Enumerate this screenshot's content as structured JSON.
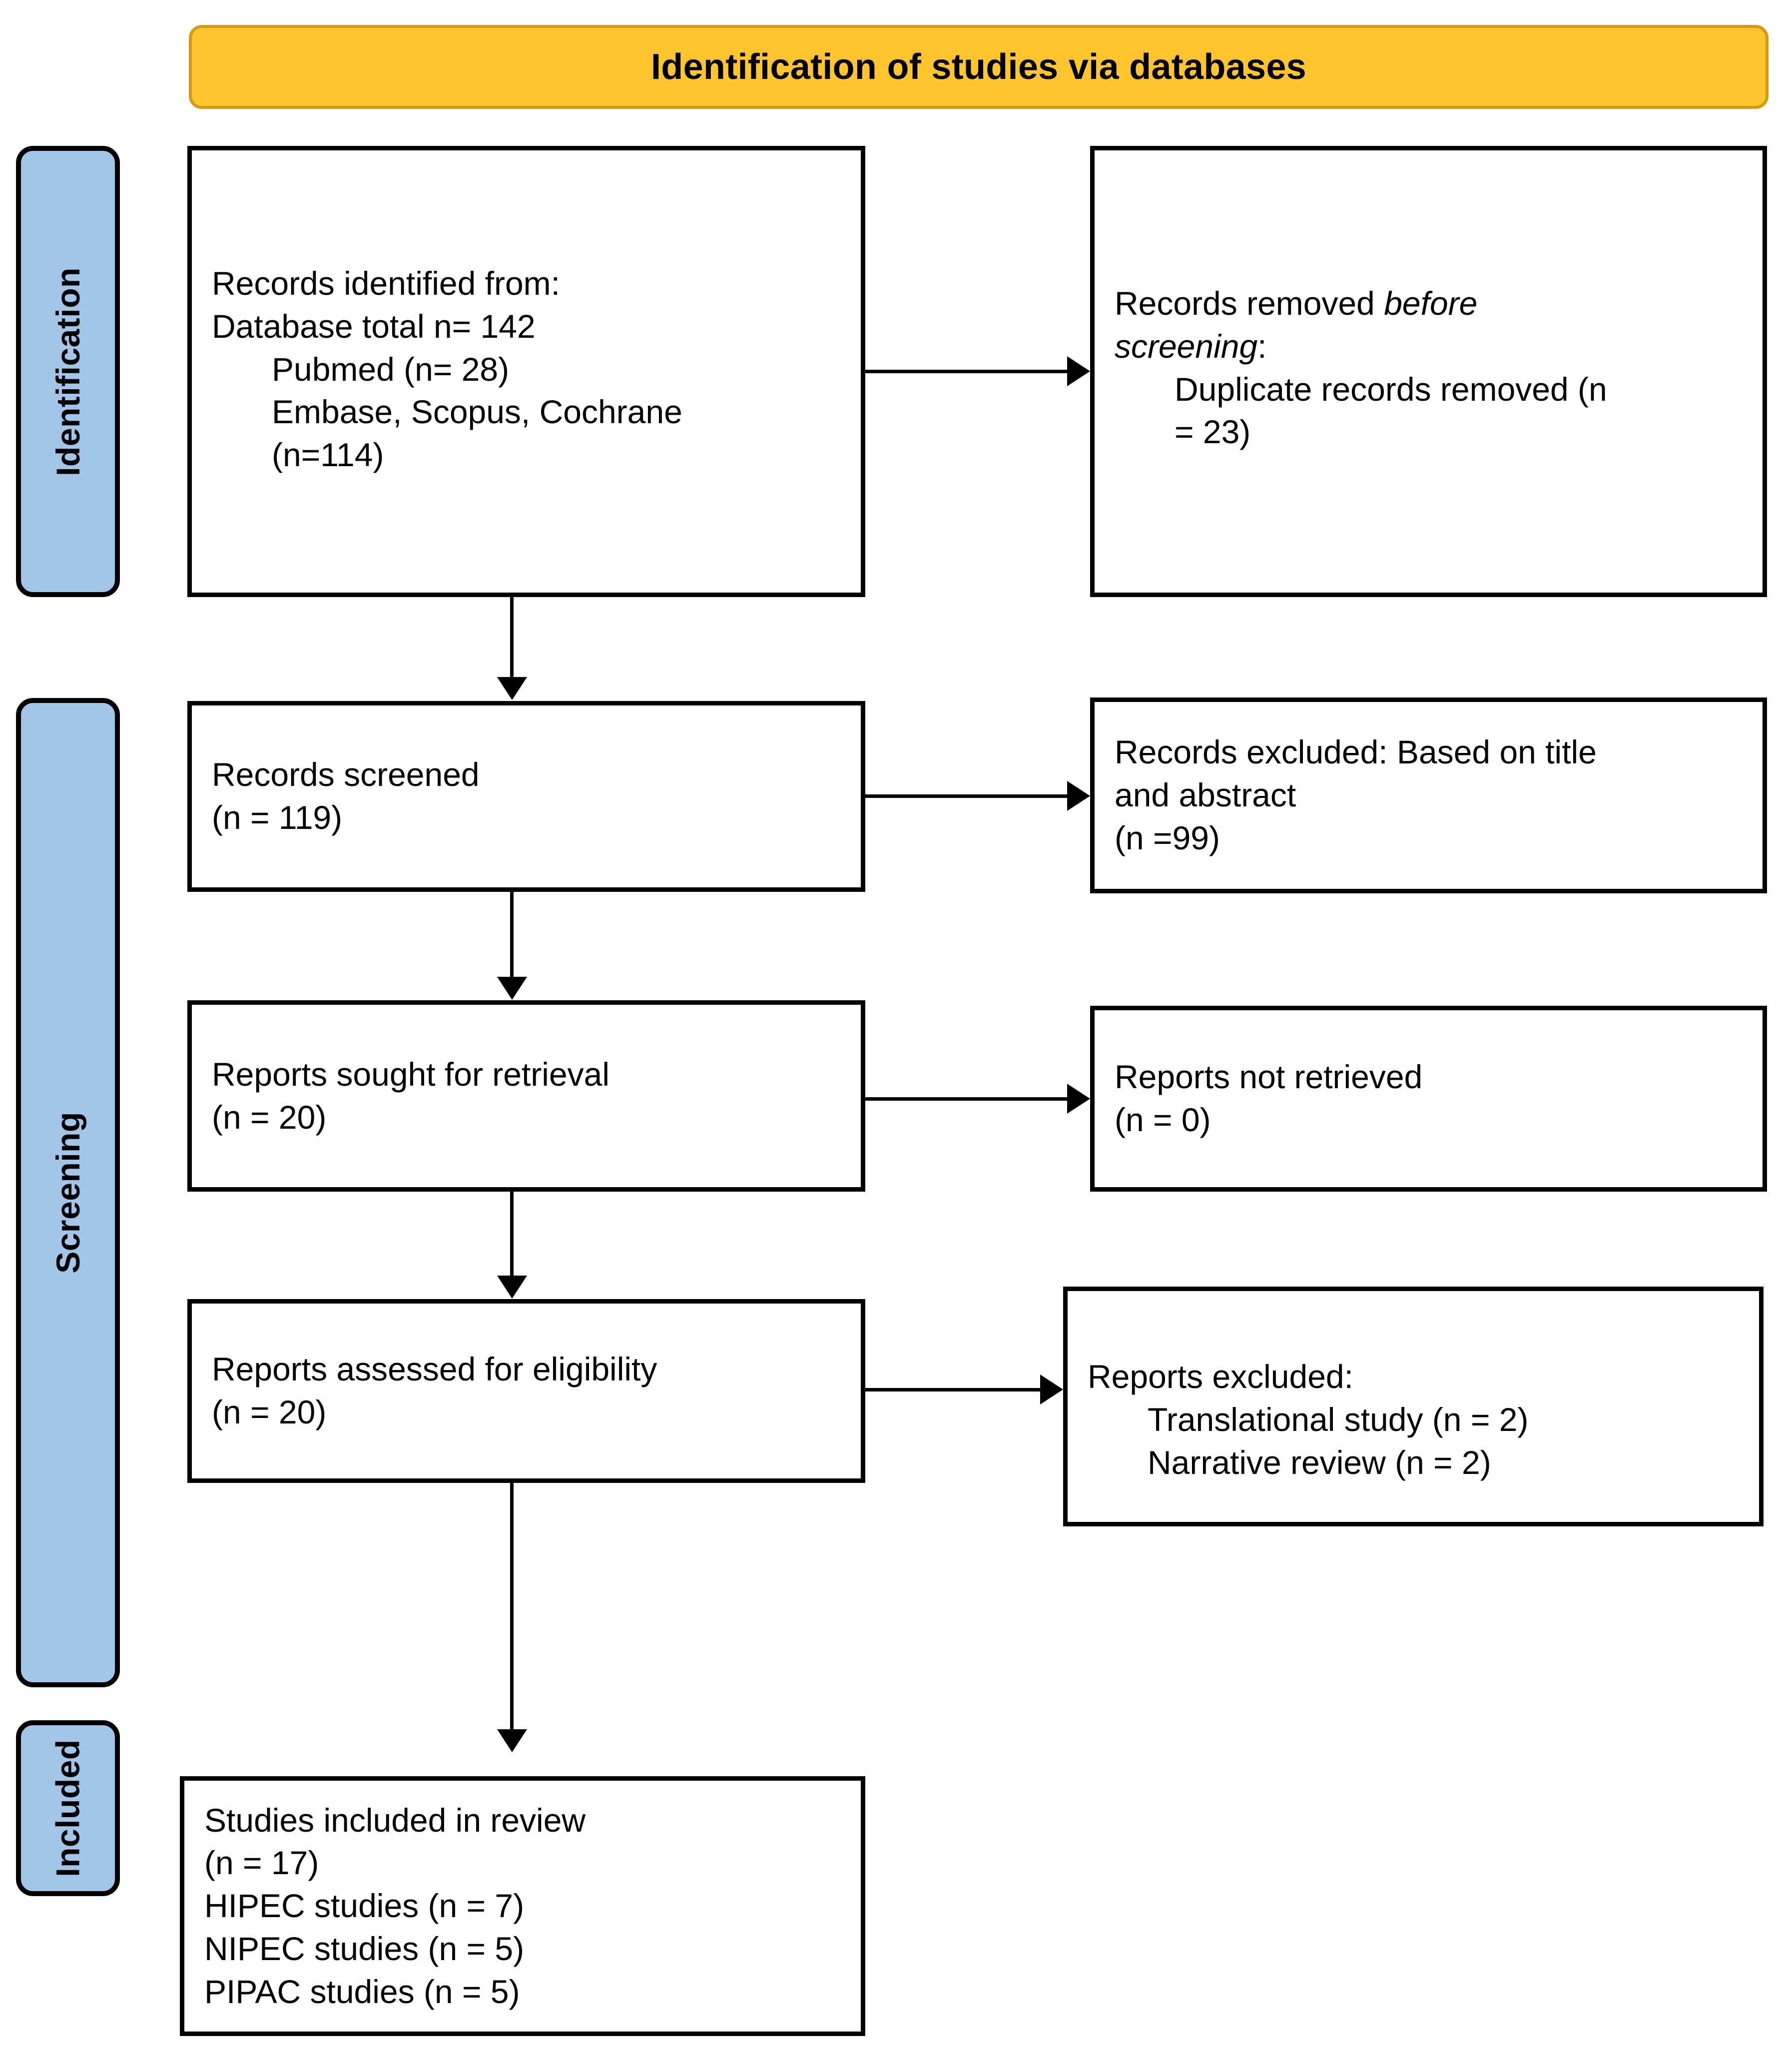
{
  "banner": {
    "title": "Identification of studies via databases"
  },
  "stages": [
    {
      "id": "identification",
      "label": "Identification"
    },
    {
      "id": "screening",
      "label": "Screening"
    },
    {
      "id": "included",
      "label": "Included"
    }
  ],
  "boxes": {
    "identified": {
      "lines": [
        "Records identified from:",
        "Database total n= 142",
        "Pubmed (n= 28)",
        "Embase, Scopus, Cochrane",
        "(n=114)"
      ]
    },
    "removed": {
      "line1_plain": "Records removed ",
      "line1_italic": "before",
      "line2_italic": "screening",
      "line2_plain": ":",
      "line3": "Duplicate records removed (n",
      "line4": "= 23)"
    },
    "screened": {
      "lines": [
        "Records screened",
        "(n = 119)"
      ]
    },
    "excluded_title_abstract": {
      "lines": [
        "Records excluded: Based on title",
        "and abstract",
        "(n =99)"
      ]
    },
    "sought": {
      "lines": [
        "Reports sought for retrieval",
        "(n = 20)"
      ]
    },
    "not_retrieved": {
      "lines": [
        "Reports not retrieved",
        "(n = 0)"
      ]
    },
    "assessed": {
      "lines": [
        "Reports assessed for eligibility",
        "(n = 20)"
      ]
    },
    "excluded_reports": {
      "lines": [
        "Reports excluded:",
        "Translational study (n = 2)",
        "Narrative review (n = 2)"
      ]
    },
    "included": {
      "lines": [
        "Studies included in review",
        "(n = 17)",
        "HIPEC studies (n = 7)",
        "NIPEC studies (n = 5)",
        "PIPAC studies (n = 5)"
      ]
    }
  },
  "colors": {
    "banner_fill": "#ffc52e",
    "banner_border": "#d39a14",
    "stage_fill": "#a3c6e8",
    "box_border": "#000000",
    "background": "#ffffff"
  },
  "chart_data": {
    "type": "diagram",
    "title": "PRISMA 2020 flow diagram - Identification of studies via databases",
    "nodes": [
      {
        "id": "identified",
        "stage": "Identification",
        "label": "Records identified from: Database total n= 142; Pubmed (n= 28); Embase, Scopus, Cochrane (n=114)",
        "value": 142
      },
      {
        "id": "removed",
        "stage": "Identification",
        "label": "Records removed before screening: Duplicate records removed (n = 23)",
        "value": 23
      },
      {
        "id": "screened",
        "stage": "Screening",
        "label": "Records screened (n = 119)",
        "value": 119
      },
      {
        "id": "excluded_title_abstract",
        "stage": "Screening",
        "label": "Records excluded: Based on title and abstract (n =99)",
        "value": 99
      },
      {
        "id": "sought",
        "stage": "Screening",
        "label": "Reports sought for retrieval (n = 20)",
        "value": 20
      },
      {
        "id": "not_retrieved",
        "stage": "Screening",
        "label": "Reports not retrieved (n = 0)",
        "value": 0
      },
      {
        "id": "assessed",
        "stage": "Screening",
        "label": "Reports assessed for eligibility (n = 20)",
        "value": 20
      },
      {
        "id": "excluded_reports",
        "stage": "Screening",
        "label": "Reports excluded: Translational study (n = 2); Narrative review (n = 2)",
        "value": 4
      },
      {
        "id": "included",
        "stage": "Included",
        "label": "Studies included in review (n = 17); HIPEC studies (n = 7); NIPEC studies (n = 5); PIPAC studies (n = 5)",
        "value": 17
      }
    ],
    "edges": [
      {
        "from": "identified",
        "to": "removed",
        "direction": "right"
      },
      {
        "from": "identified",
        "to": "screened",
        "direction": "down"
      },
      {
        "from": "screened",
        "to": "excluded_title_abstract",
        "direction": "right"
      },
      {
        "from": "screened",
        "to": "sought",
        "direction": "down"
      },
      {
        "from": "sought",
        "to": "not_retrieved",
        "direction": "right"
      },
      {
        "from": "sought",
        "to": "assessed",
        "direction": "down"
      },
      {
        "from": "assessed",
        "to": "excluded_reports",
        "direction": "right"
      },
      {
        "from": "assessed",
        "to": "included",
        "direction": "down"
      }
    ]
  }
}
